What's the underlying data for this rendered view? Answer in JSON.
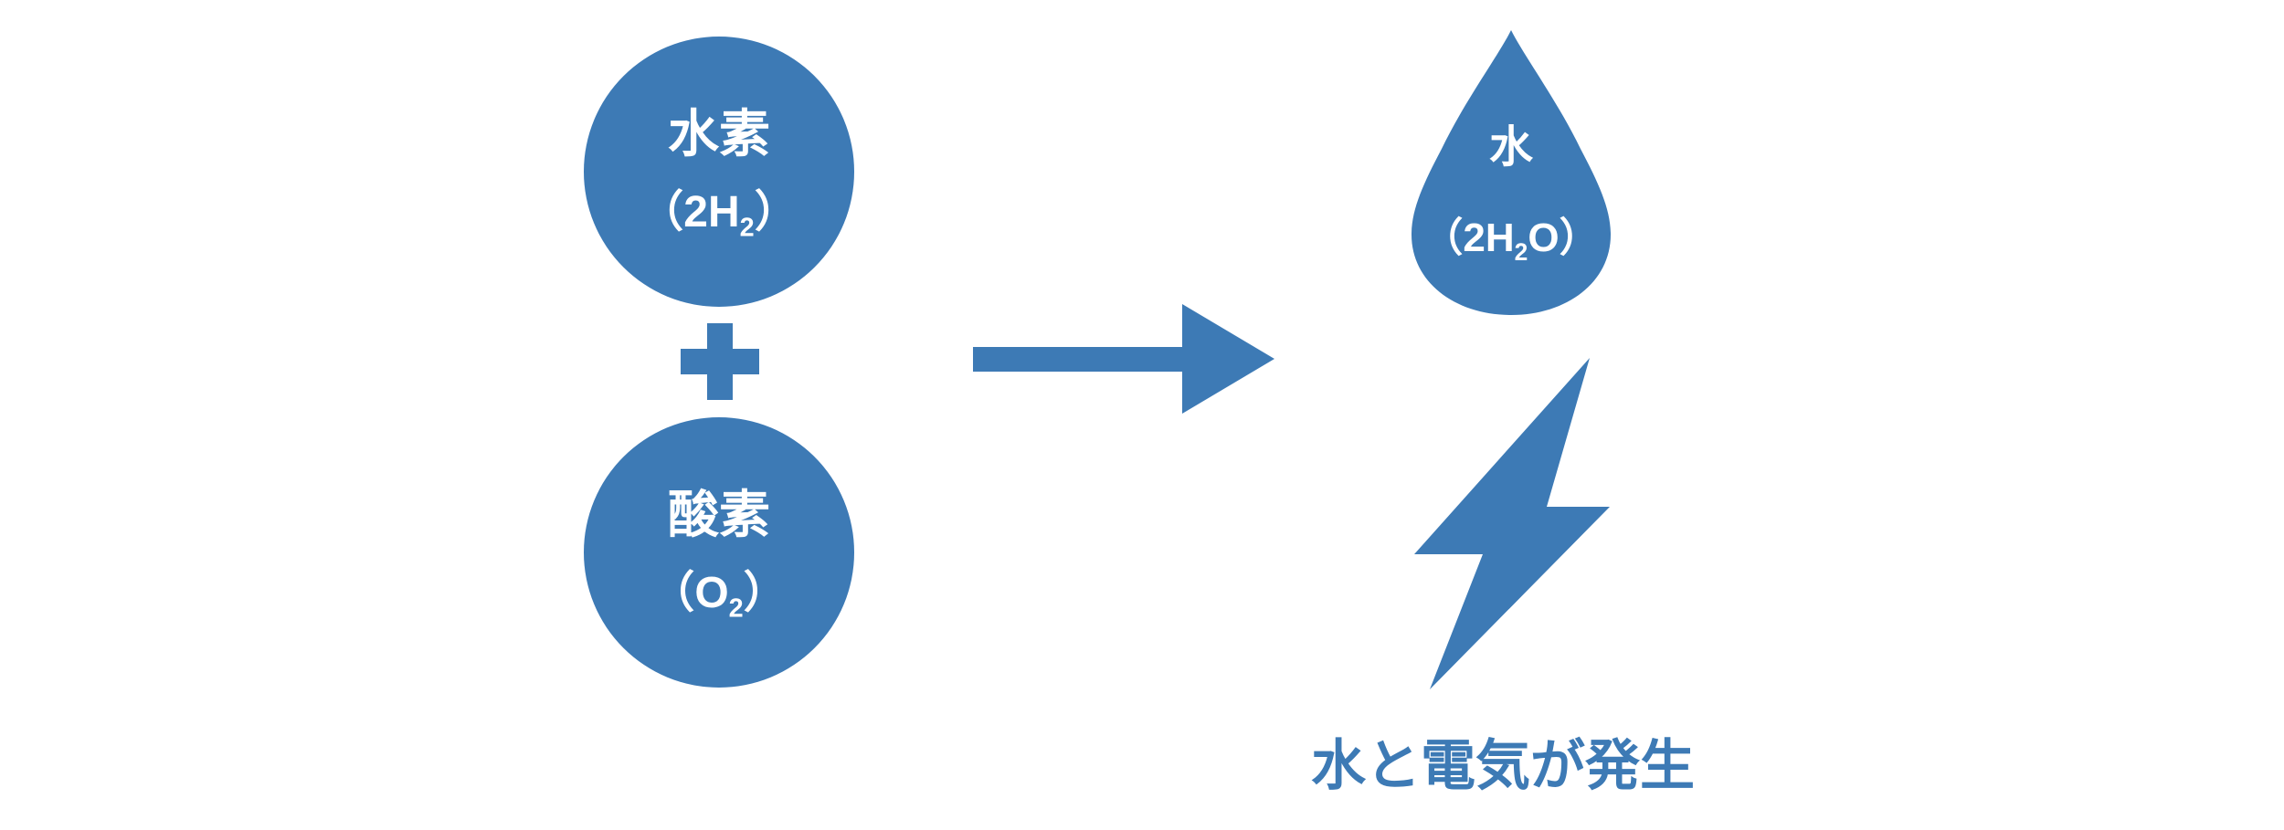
{
  "colors": {
    "primary": "#3d7ab5",
    "background": "#ffffff",
    "text_on_shape": "#ffffff"
  },
  "reactants": {
    "hydrogen": {
      "name": "水素",
      "formula_prefix": "（2H",
      "formula_sub": "2",
      "formula_suffix": "）"
    },
    "oxygen": {
      "name": "酸素",
      "formula_prefix": "（O",
      "formula_sub": "2",
      "formula_suffix": "）"
    }
  },
  "operators": {
    "plus_icon": "plus",
    "arrow_icon": "arrow-right"
  },
  "products": {
    "water": {
      "name": "水",
      "formula_prefix": "（2H",
      "formula_sub": "2",
      "formula_suffix": "O）"
    },
    "electricity_icon": "lightning-bolt",
    "caption": "水と電気が発生"
  }
}
